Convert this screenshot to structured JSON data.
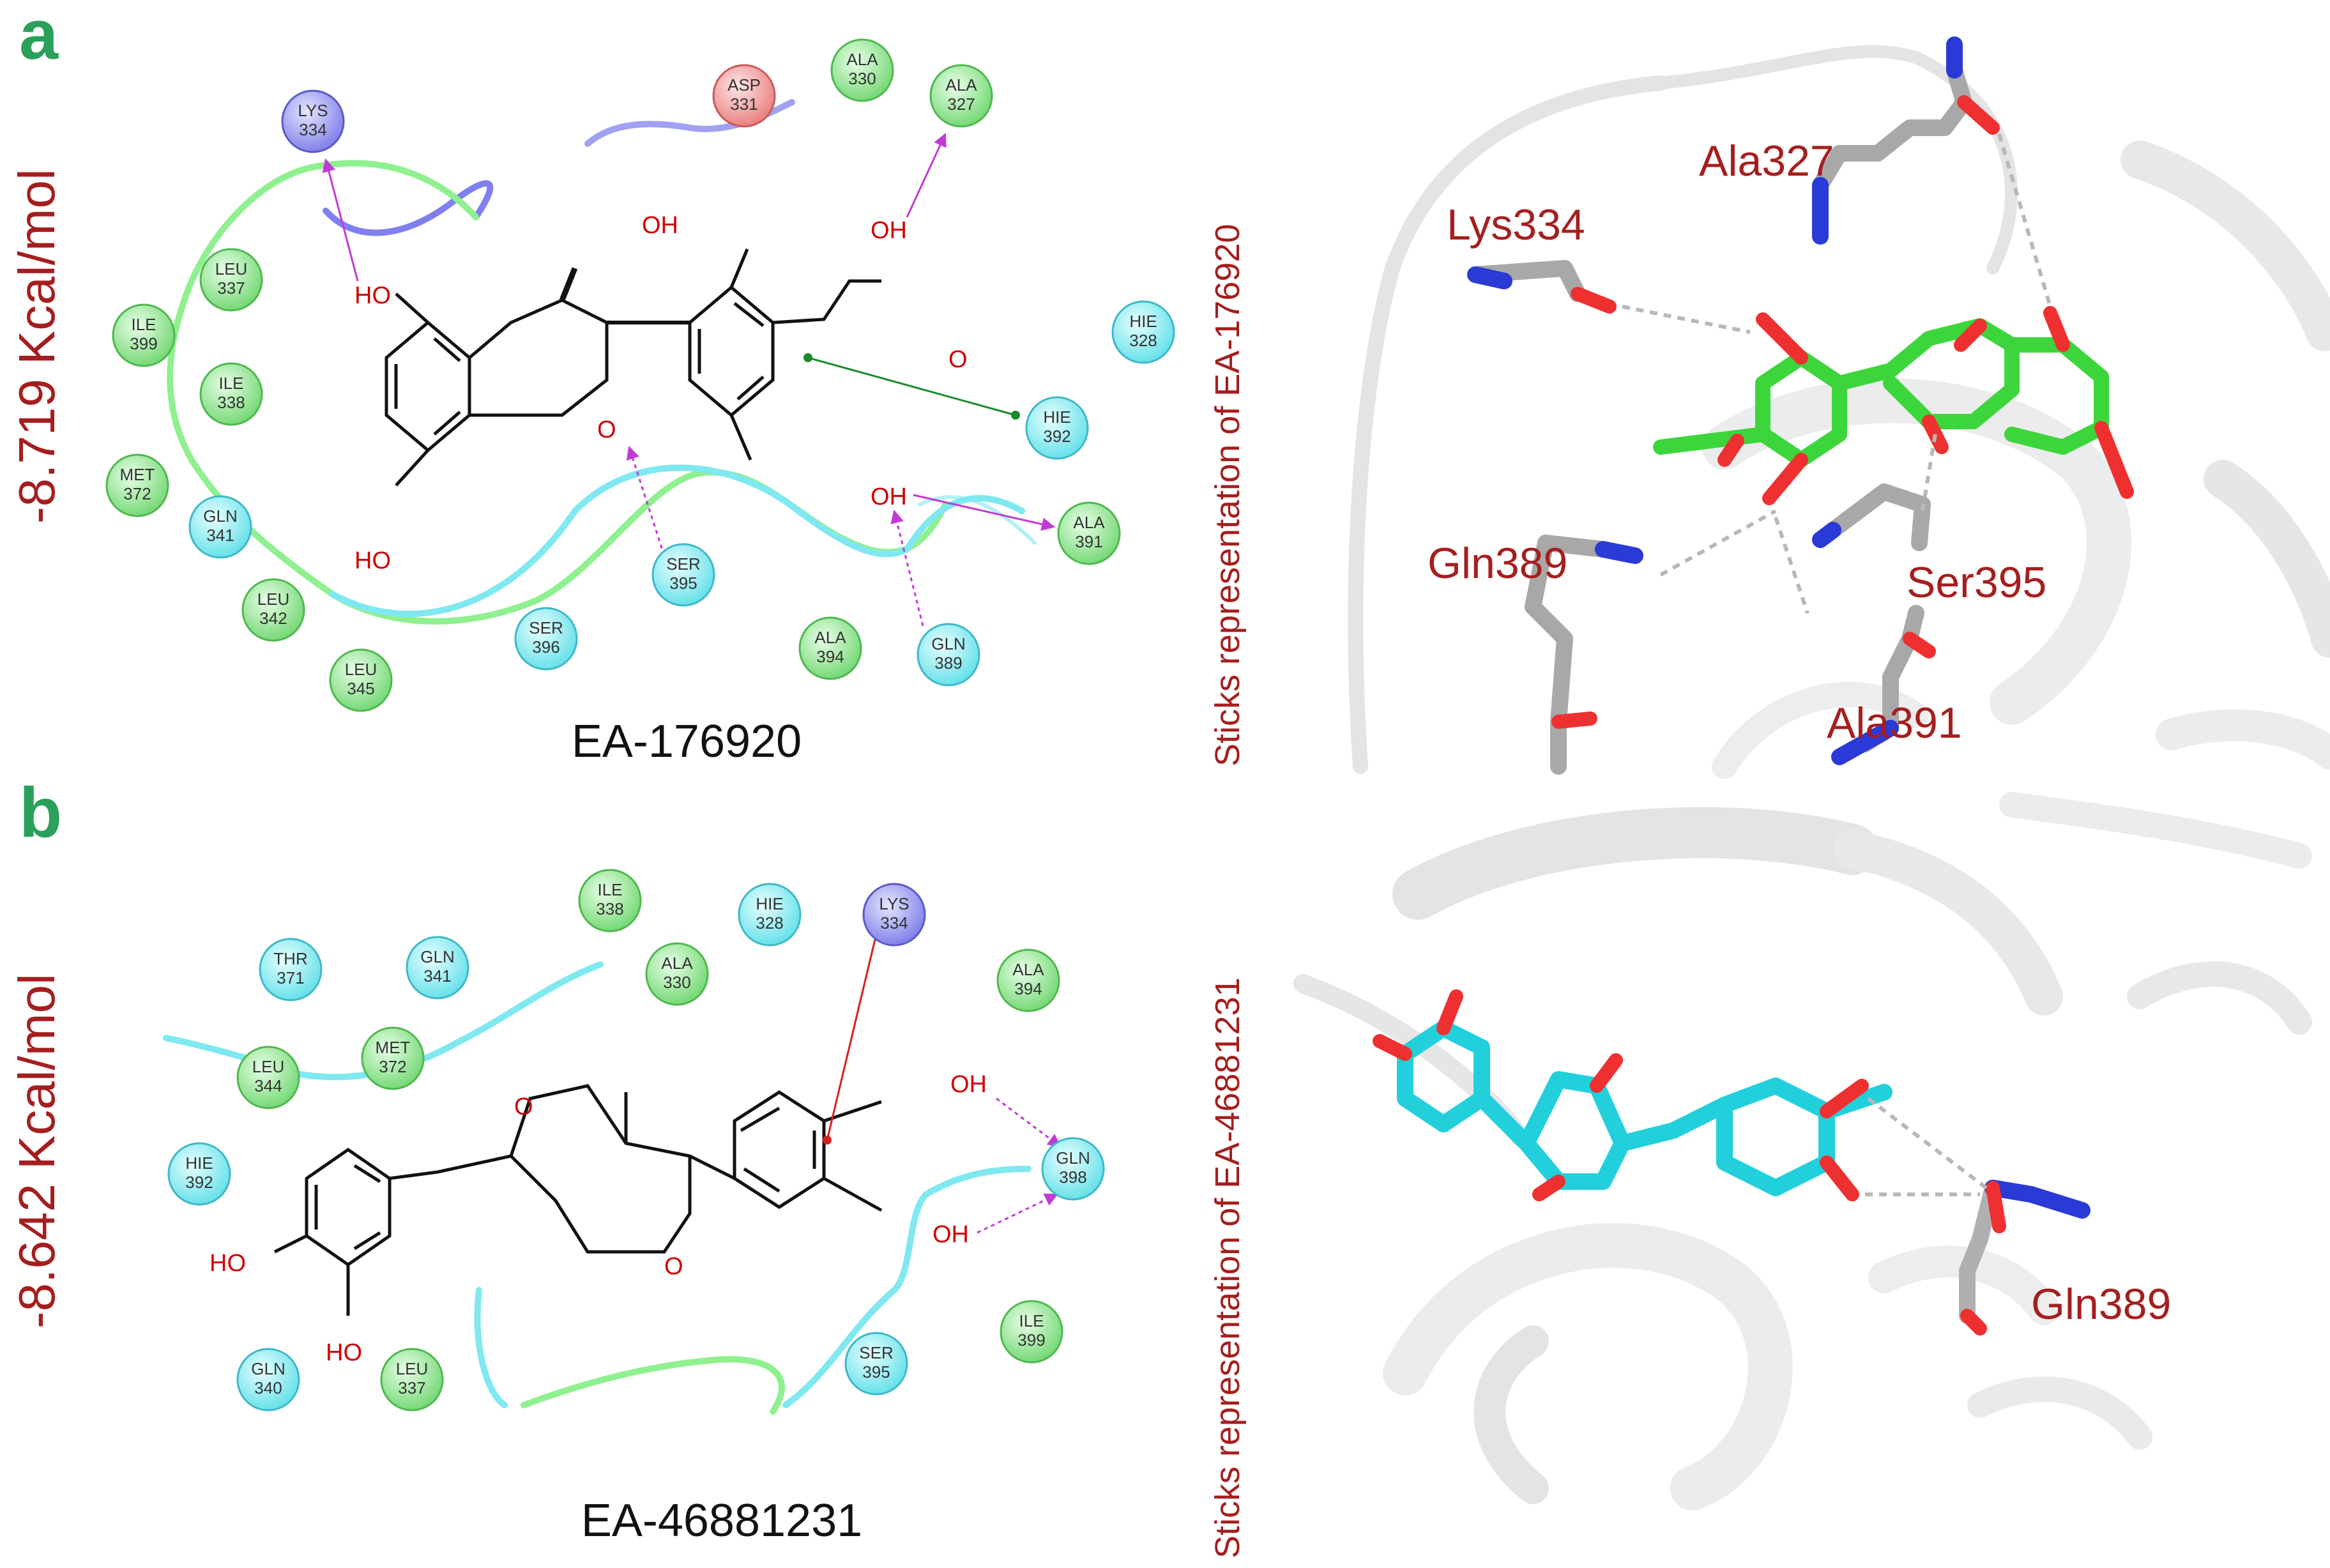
{
  "panels": {
    "a": {
      "letter": "a",
      "energy": "-8.719  Kcal/mol",
      "compound": "EA-176920",
      "sticks_label": "Sticks representation of EA-176920",
      "atom_labels": [
        "OH",
        "OH",
        "O",
        "O",
        "HO",
        "HO",
        "OH"
      ],
      "residues": [
        {
          "name": "LYS",
          "num": "334",
          "type": "charged-positive"
        },
        {
          "name": "ASP",
          "num": "331",
          "type": "charged-negative"
        },
        {
          "name": "ALA",
          "num": "330",
          "type": "hydrophobic"
        },
        {
          "name": "ALA",
          "num": "327",
          "type": "hydrophobic"
        },
        {
          "name": "LEU",
          "num": "337",
          "type": "hydrophobic"
        },
        {
          "name": "ILE",
          "num": "399",
          "type": "hydrophobic"
        },
        {
          "name": "ILE",
          "num": "338",
          "type": "hydrophobic"
        },
        {
          "name": "MET",
          "num": "372",
          "type": "hydrophobic"
        },
        {
          "name": "GLN",
          "num": "341",
          "type": "polar"
        },
        {
          "name": "LEU",
          "num": "342",
          "type": "hydrophobic"
        },
        {
          "name": "LEU",
          "num": "345",
          "type": "hydrophobic"
        },
        {
          "name": "SER",
          "num": "396",
          "type": "polar"
        },
        {
          "name": "SER",
          "num": "395",
          "type": "polar"
        },
        {
          "name": "ALA",
          "num": "394",
          "type": "hydrophobic"
        },
        {
          "name": "GLN",
          "num": "389",
          "type": "polar"
        },
        {
          "name": "ALA",
          "num": "391",
          "type": "hydrophobic"
        },
        {
          "name": "HIE",
          "num": "392",
          "type": "polar"
        },
        {
          "name": "HIE",
          "num": "328",
          "type": "polar"
        }
      ],
      "labels_3d": [
        "Ala327",
        "Lys334",
        "Gln389",
        "Ser395",
        "Ala391"
      ]
    },
    "b": {
      "letter": "b",
      "energy": "-8.642 Kcal/mol",
      "compound": "EA-46881231",
      "sticks_label": "Sticks representation of EA-46881231",
      "atom_labels": [
        "O",
        "O",
        "OH",
        "OH",
        "HO",
        "HO"
      ],
      "residues": [
        {
          "name": "ILE",
          "num": "338",
          "type": "hydrophobic"
        },
        {
          "name": "HIE",
          "num": "328",
          "type": "polar"
        },
        {
          "name": "LYS",
          "num": "334",
          "type": "charged-positive"
        },
        {
          "name": "THR",
          "num": "371",
          "type": "polar"
        },
        {
          "name": "GLN",
          "num": "341",
          "type": "polar"
        },
        {
          "name": "ALA",
          "num": "330",
          "type": "hydrophobic"
        },
        {
          "name": "ALA",
          "num": "394",
          "type": "hydrophobic"
        },
        {
          "name": "MET",
          "num": "372",
          "type": "hydrophobic"
        },
        {
          "name": "LEU",
          "num": "344",
          "type": "hydrophobic"
        },
        {
          "name": "HIE",
          "num": "392",
          "type": "polar"
        },
        {
          "name": "GLN",
          "num": "398",
          "type": "polar"
        },
        {
          "name": "ILE",
          "num": "399",
          "type": "hydrophobic"
        },
        {
          "name": "SER",
          "num": "395",
          "type": "polar"
        },
        {
          "name": "GLN",
          "num": "340",
          "type": "polar"
        },
        {
          "name": "LEU",
          "num": "337",
          "type": "hydrophobic"
        }
      ],
      "labels_3d": [
        "Gln389"
      ]
    }
  },
  "colors": {
    "hydrophobic": "#7fe07f",
    "polar": "#7fe8f0",
    "charged-positive": "#8a8af0",
    "charged-negative": "#f08a8a",
    "panel_letter": "#2aa05a",
    "red_text": "#a51e1e",
    "ligand_a": "#3cd63c",
    "ligand_b": "#22d0dc"
  }
}
